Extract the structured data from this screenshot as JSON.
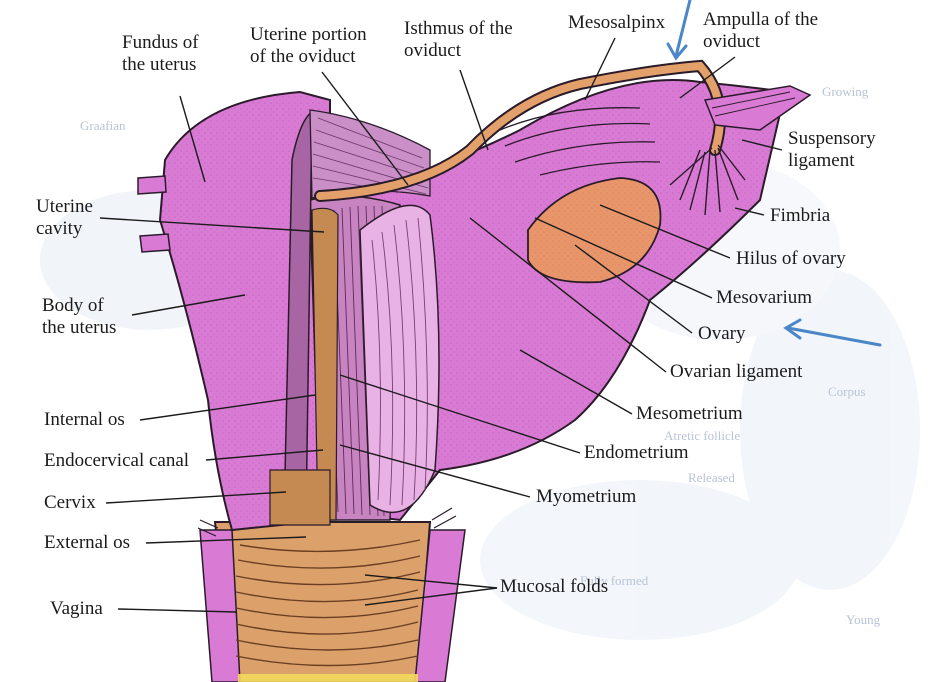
{
  "colors": {
    "uterus": "#d97ad4",
    "uterus_dark": "#b04fae",
    "ovary": "#e8956a",
    "oviduct": "#e3a06a",
    "vagina": "#dca06a",
    "outline": "#2a1b2a",
    "arrow": "#4a86c8",
    "ghost": "#dfe7f2"
  },
  "labels": {
    "fundus": "Fundus of\nthe uterus",
    "uterine_portion": "Uterine portion\nof the oviduct",
    "isthmus": "Isthmus of the\noviduct",
    "mesosalpinx": "Mesosalpinx",
    "ampulla": "Ampulla of the\noviduct",
    "suspensory": "Suspensory\nligament",
    "fimbria": "Fimbria",
    "hilus": "Hilus of ovary",
    "mesovarium": "Mesovarium",
    "ovary": "Ovary",
    "ovarian_ligament": "Ovarian ligament",
    "mesometrium": "Mesometrium",
    "endometrium": "Endometrium",
    "myometrium": "Myometrium",
    "mucosal_folds": "Mucosal folds",
    "uterine_cavity": "Uterine\ncavity",
    "body": "Body of\nthe uterus",
    "internal_os": "Internal os",
    "endocervical": "Endocervical canal",
    "cervix": "Cervix",
    "external_os": "External os",
    "vagina": "Vagina"
  },
  "background_text": {
    "t1": "Growing",
    "t2": "Atretic follicle",
    "t3": "Released",
    "t4": "Fully formed",
    "t5": "Young",
    "t6": "Graafian",
    "t7": "Corpus"
  }
}
